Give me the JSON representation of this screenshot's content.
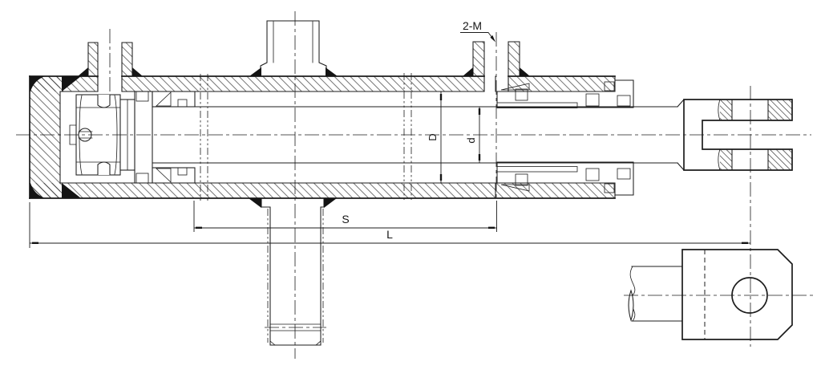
{
  "labels": {
    "port_thread": "2-M",
    "bore_diameter": "D",
    "rod_diameter": "d",
    "stroke_dimension": "S",
    "length_dimension": "L"
  },
  "colors": {
    "line": "#1c1c1c",
    "background": "#ffffff"
  }
}
